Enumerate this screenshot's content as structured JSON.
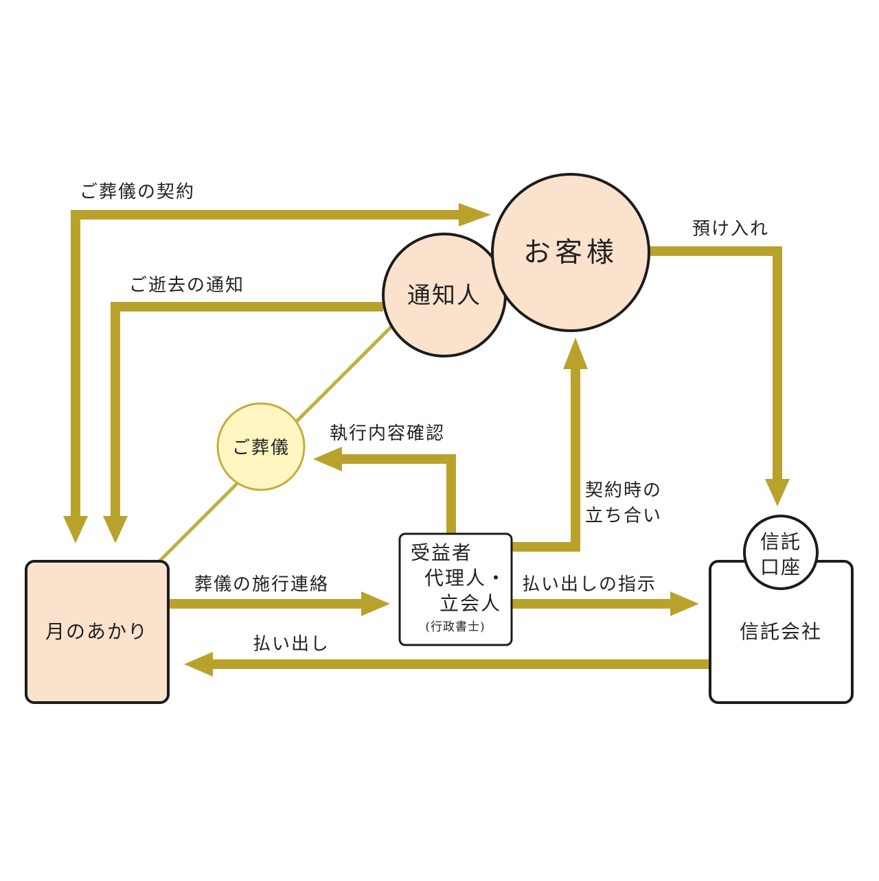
{
  "colors": {
    "arrow": "#b9a22c",
    "line": "#c4ad3c",
    "peach_fill": "#fbe2cc",
    "yellow_fill": "#fff6c2",
    "white_fill": "#ffffff",
    "stroke": "#1c1c1c"
  },
  "nodes": {
    "customer": "お客様",
    "notifier": "通知人",
    "funeral": "ご葬儀",
    "company": "月のあかり",
    "agent_line1": "受益者",
    "agent_line2": "代理人・",
    "agent_line3": "立会人",
    "agent_sub": "(行政書士)",
    "trust_account_line1": "信託",
    "trust_account_line2": "口座",
    "trust_company": "信託会社"
  },
  "labels": {
    "funeral_contract": "ご葬儀の契約",
    "death_notice": "ご逝去の通知",
    "deposit": "預け入れ",
    "execution_check": "執行内容確認",
    "contract_witness_line1": "契約時の",
    "contract_witness_line2": "立ち合い",
    "funeral_execution_contact": "葬儀の施行連絡",
    "payout_instruction": "払い出しの指示",
    "payout": "払い出し"
  }
}
